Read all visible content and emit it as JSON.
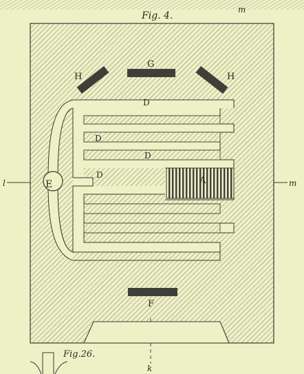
{
  "figure": {
    "title": "Fig. 4.",
    "secondary_caption": "Fig.26.",
    "corner_letter": "m",
    "colors": {
      "paper": "#eef0c6",
      "ink": "#3a3a30",
      "hatch": "#6f7160",
      "dark_block": "#3f3f3a"
    }
  },
  "labels": {
    "A": "A",
    "D": "D",
    "E": "E",
    "F": "F",
    "G": "G",
    "H": "H",
    "k": "k",
    "l": "l",
    "m": "m"
  }
}
